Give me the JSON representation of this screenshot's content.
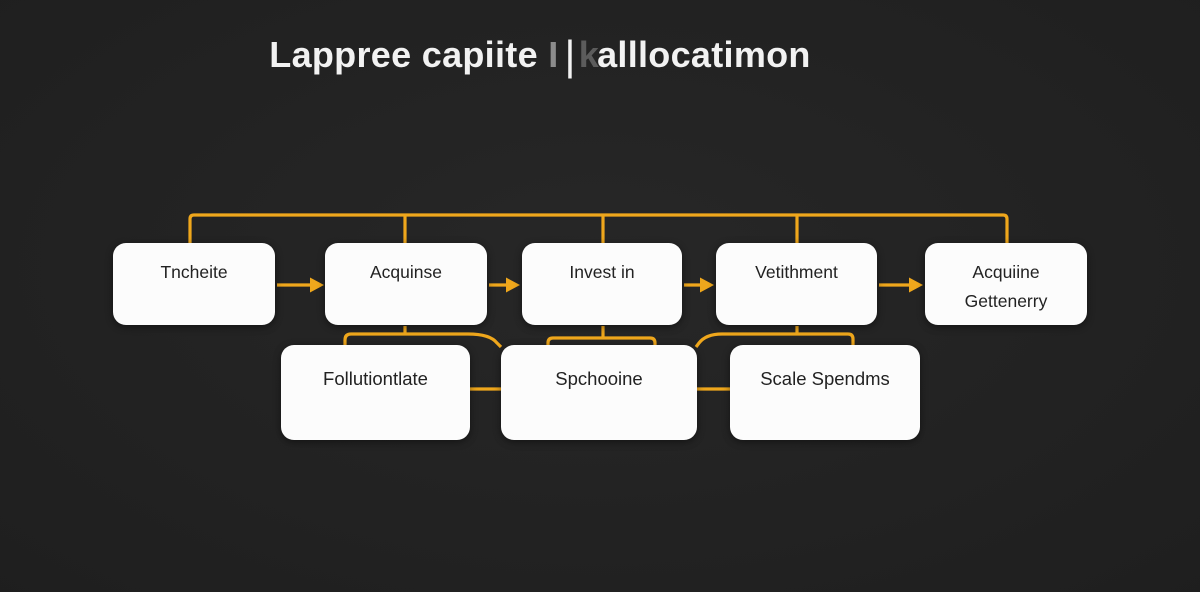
{
  "title": {
    "parts": [
      "Lappree",
      "capiite",
      "I",
      "|",
      "k",
      "alllocatimon"
    ]
  },
  "flowchart": {
    "top_row": [
      {
        "label": "Tncheite"
      },
      {
        "label": "Acquinse"
      },
      {
        "label": "Invest in"
      },
      {
        "label": "Vetithment"
      },
      {
        "label": "Acquiine",
        "label2": "Gettenerry"
      }
    ],
    "bottom_row": [
      {
        "label": "Follutiontlate"
      },
      {
        "label": "Spchooine"
      },
      {
        "label": "Scale Spendms"
      }
    ]
  },
  "colors": {
    "background": "#1f1f1f",
    "box_background": "#fcfcfc",
    "box_text": "#222222",
    "connector": "#efa71c",
    "title_primary": "#f2f2f2",
    "title_muted": "#8c8c8c"
  }
}
